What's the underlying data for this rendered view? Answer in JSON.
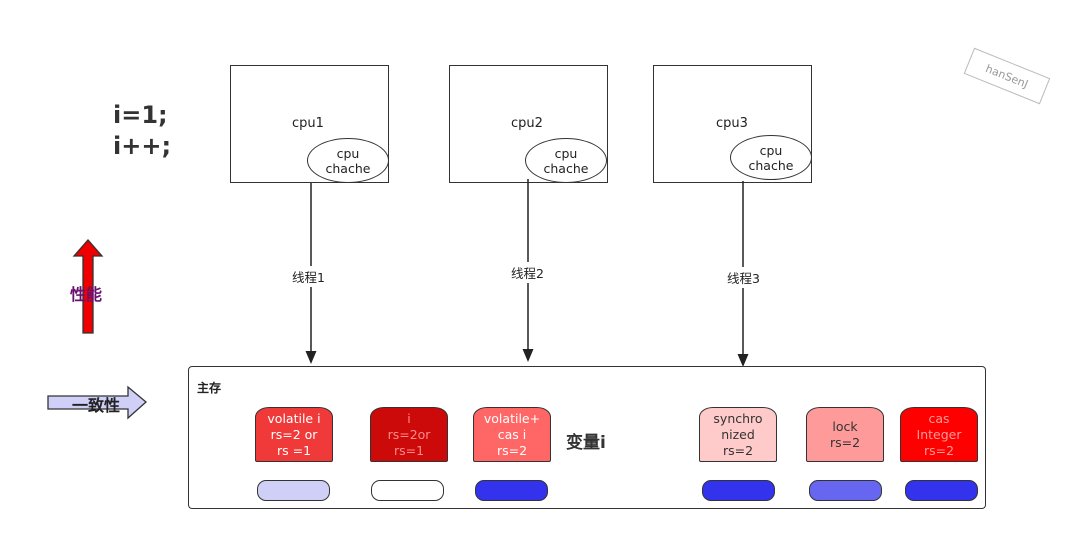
{
  "code": {
    "line1": "i=1;",
    "line2": "i++;"
  },
  "cpus": [
    {
      "label": "cpu1",
      "cache_line1": "cpu",
      "cache_line2": "chache",
      "thread": "线程1"
    },
    {
      "label": "cpu2",
      "cache_line1": "cpu",
      "cache_line2": "chache",
      "thread": "线程2"
    },
    {
      "label": "cpu3",
      "cache_line1": "cpu",
      "cache_line2": "chache",
      "thread": "线程3"
    }
  ],
  "axes": {
    "performance": "性能",
    "consistency": "一致性"
  },
  "memory": {
    "title": "主存",
    "variable_label": "变量i",
    "cards": [
      {
        "lines": [
          "volatile i",
          "rs=2 or",
          "rs =1"
        ],
        "fill": "#f03a3a",
        "text_color": "#ffffff"
      },
      {
        "lines": [
          "i",
          "rs=2or",
          "rs=1"
        ],
        "fill": "#cc0a0a",
        "text_color": "#ff8a8a"
      },
      {
        "lines": [
          "volatile+",
          "cas i",
          "rs=2"
        ],
        "fill": "#ff6666",
        "text_color": "#ffffff"
      },
      {
        "lines": [
          "synchro",
          "nized",
          "rs=2"
        ],
        "fill": "#ffcaca",
        "text_color": "#333333"
      },
      {
        "lines": [
          "lock",
          "rs=2"
        ],
        "fill": "#ff9a9a",
        "text_color": "#333333"
      },
      {
        "lines": [
          "cas",
          "Integer",
          "rs=2"
        ],
        "fill": "#ff0000",
        "text_color": "#ff9a9a"
      }
    ],
    "pills": [
      {
        "fill": "#cfcff7"
      },
      {
        "fill": "#ffffff"
      },
      {
        "fill": "#3333ee"
      },
      {
        "fill": "#3333ee"
      },
      {
        "fill": "#6666f0"
      },
      {
        "fill": "#3333ee"
      }
    ]
  },
  "watermark": "hanSenJ",
  "colors": {
    "performance_arrow": "#ee0000",
    "consistency_arrow": "#cfcff7",
    "performance_text": "#6a1070"
  }
}
